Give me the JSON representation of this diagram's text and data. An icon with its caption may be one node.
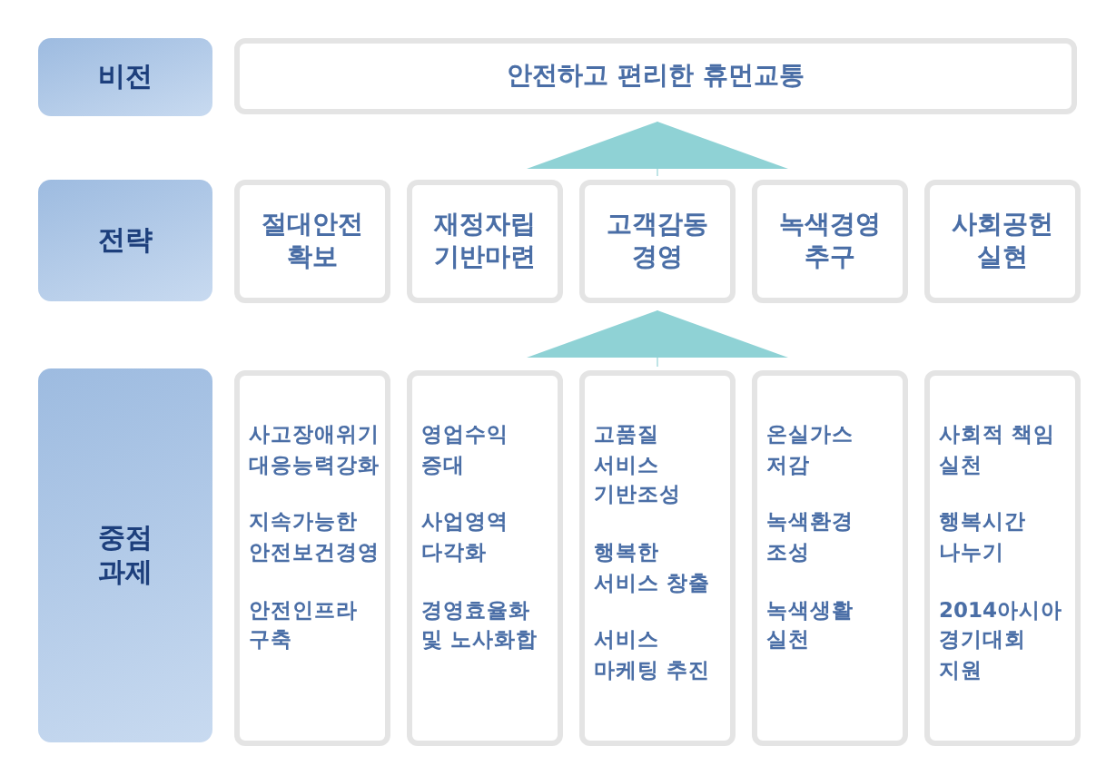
{
  "diagram": {
    "nodes": [
      {
        "text": [
          "비전"
        ]
      },
      {
        "text": [
          "안전하고 편리한 휴먼교통"
        ]
      },
      {
        "text": [
          "전략"
        ]
      },
      {
        "text": [
          "절대안전 확보"
        ]
      },
      {
        "text": [
          "재정자립 기반마련"
        ]
      },
      {
        "text": [
          "고객감동 경영"
        ]
      },
      {
        "text": [
          "녹색경영 추구"
        ]
      },
      {
        "text": [
          "사회공헌 실현"
        ]
      },
      {
        "text": [
          "중점 과제"
        ]
      },
      {
        "text": [
          "사고장애위기 대응능력강화",
          "지속가능한 안전보건경영",
          "안전인프라 구축"
        ]
      },
      {
        "text": [
          "영업수익 증대",
          "사업영역 다각화",
          "경영효율화 및 노사화합"
        ]
      },
      {
        "text": [
          "고품질 서비스 기반조성",
          "행복한 서비스 창출",
          "서비스 마케팅 추진"
        ]
      },
      {
        "text": [
          "온실가스 저감",
          "녹색환경 조성",
          "녹색생활 실천"
        ]
      },
      {
        "text": [
          "사회적 책임 실천",
          "행복시간 나누기",
          "2014아시아 경기대회 지원"
        ]
      }
    ],
    "edges": [
      {
        "from": 5,
        "to": 1,
        "arrow": "to"
      },
      {
        "from": 11,
        "to": 5,
        "arrow": "to"
      }
    ]
  }
}
